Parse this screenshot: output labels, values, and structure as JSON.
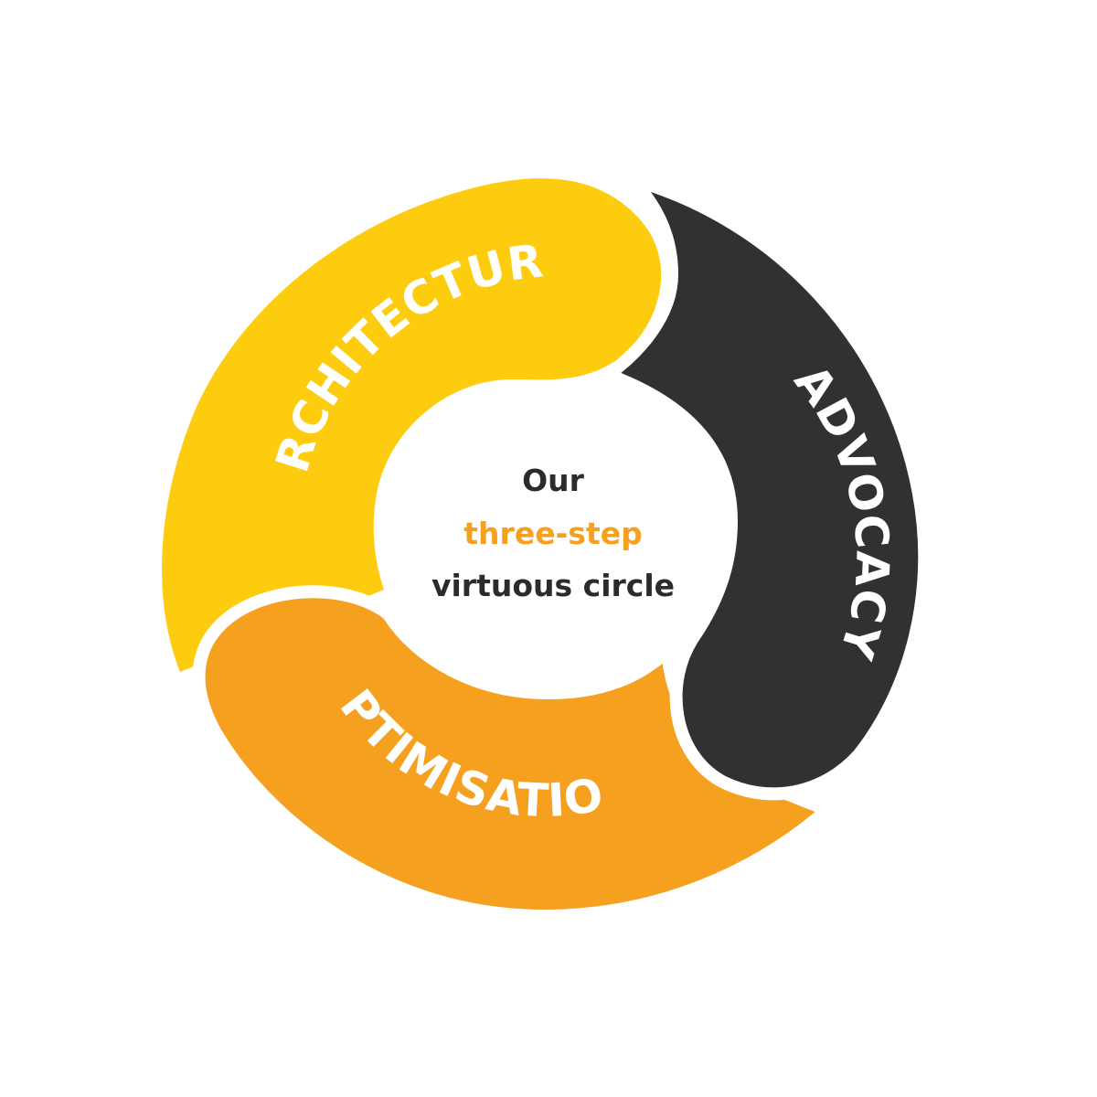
{
  "center": {
    "line1": "Our",
    "line2": "three-step",
    "line3": "virtuous circle"
  },
  "segments": [
    {
      "label": "ARCHITECTURE",
      "color": "#FDCC0F"
    },
    {
      "label": "ADVOCACY",
      "color": "#313131"
    },
    {
      "label": "OPTIMISATION",
      "color": "#F5A01F"
    }
  ],
  "colors": {
    "text_dark": "#2b2b2b",
    "text_accent": "#F5A01F",
    "label_text": "#ffffff",
    "background": "#ffffff"
  }
}
